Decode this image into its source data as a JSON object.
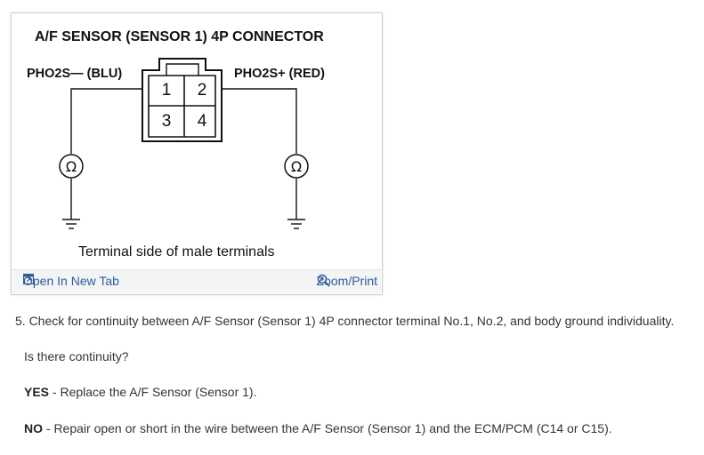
{
  "diagram": {
    "title": "A/F SENSOR (SENSOR 1) 4P CONNECTOR",
    "left_label": "PHO2S— (BLU)",
    "right_label": "PHO2S+ (RED)",
    "terminals": [
      "1",
      "2",
      "3",
      "4"
    ],
    "ohm_symbol": "Ω",
    "caption": "Terminal side of male terminals"
  },
  "figure_bar": {
    "open_label": "Open In New Tab",
    "zoom_label": "Zoom/Print",
    "open_icon": "external-link-icon",
    "zoom_icon": "magnifier-icon",
    "link_color": "#2e5c9a"
  },
  "step": {
    "instruction": "5. Check for continuity between A/F Sensor (Sensor 1) 4P connector terminal No.1, No.2, and body ground individuality.",
    "question": "Is there continuity?",
    "yes_label": "YES",
    "yes_text": " - Replace the A/F Sensor (Sensor 1).",
    "no_label": "NO",
    "no_text": " - Repair open or short in the wire between the A/F Sensor (Sensor 1) and the ECM/PCM (C14 or C15)."
  }
}
